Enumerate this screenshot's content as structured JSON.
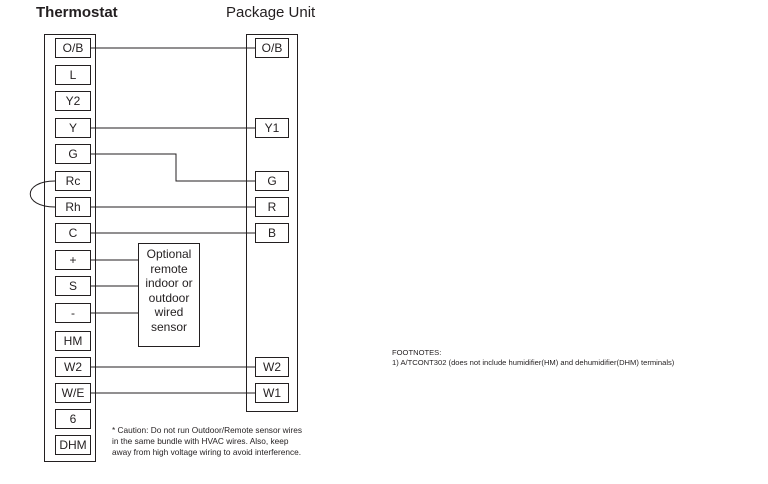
{
  "thermostat": {
    "title": "Thermostat",
    "terminals": [
      "O/B",
      "L",
      "Y2",
      "Y",
      "G",
      "Rc",
      "Rh",
      "C",
      "+",
      "S",
      "-",
      "HM",
      "W2",
      "W/E",
      "6",
      "DHM"
    ]
  },
  "package_unit": {
    "title": "Package Unit",
    "terminals": [
      "O/B",
      "Y1",
      "G",
      "R",
      "B",
      "W2",
      "W1"
    ]
  },
  "sensor": {
    "lines": [
      "Optional",
      "remote",
      "indoor or",
      "outdoor",
      "wired",
      "sensor"
    ]
  },
  "caution": {
    "lines": [
      "* Caution: Do not run Outdoor/Remote sensor wires",
      "in the same bundle with HVAC wires.  Also, keep",
      "away from high voltage wiring to avoid interference."
    ]
  },
  "footnotes": {
    "heading": "FOOTNOTES:",
    "items": [
      "1) A/TCONT302 (does not include humidifier(HM) and dehumidifier(DHM) terminals)"
    ]
  }
}
